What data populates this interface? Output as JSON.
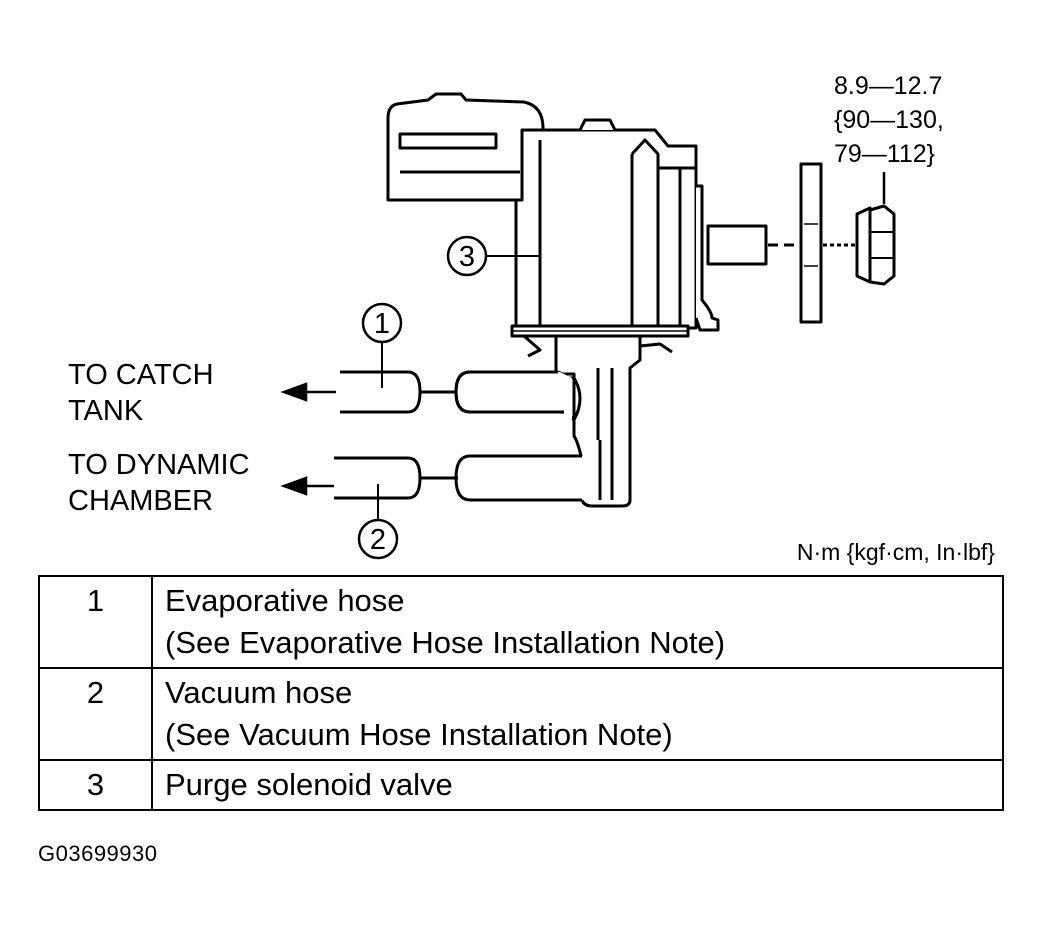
{
  "labels": {
    "to_catch_tank": [
      "TO CATCH",
      "TANK"
    ],
    "to_dynamic_chamber": [
      "TO DYNAMIC",
      "CHAMBER"
    ]
  },
  "torque_spec": [
    "8.9—12.7",
    "{90—130,",
    "79—112}"
  ],
  "units": "N·m {kgf·cm, In·lbf}",
  "callouts": [
    "1",
    "2",
    "3"
  ],
  "legend": [
    {
      "num": "1",
      "lines": [
        "Evaporative hose",
        "(See Evaporative Hose Installation Note)"
      ]
    },
    {
      "num": "2",
      "lines": [
        "Vacuum hose",
        "(See Vacuum Hose Installation Note)"
      ]
    },
    {
      "num": "3",
      "lines": [
        "Purge solenoid valve"
      ]
    }
  ],
  "figure_code": "G03699930",
  "colors": {
    "ink": "#000000",
    "paper": "#ffffff"
  }
}
